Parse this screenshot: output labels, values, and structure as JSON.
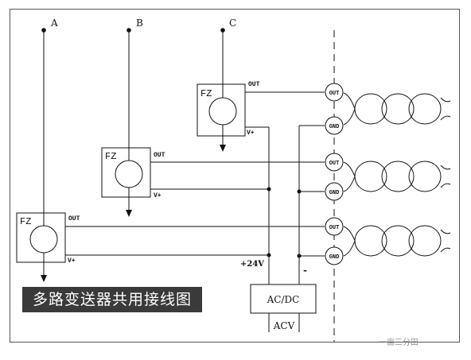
{
  "diagram": {
    "inputs": [
      "A",
      "B",
      "C"
    ],
    "transmitter_label": "FZ",
    "out_label": "OUT",
    "vplus_label": "V+",
    "terminal_out": "OUT",
    "terminal_gnd": "GND",
    "supply_plus": "+24V",
    "supply_minus": "-",
    "psu_label": "AC/DC",
    "acv_label": "ACV"
  },
  "caption": "多路变送器共用接线图",
  "watermark": "一亩三分田"
}
